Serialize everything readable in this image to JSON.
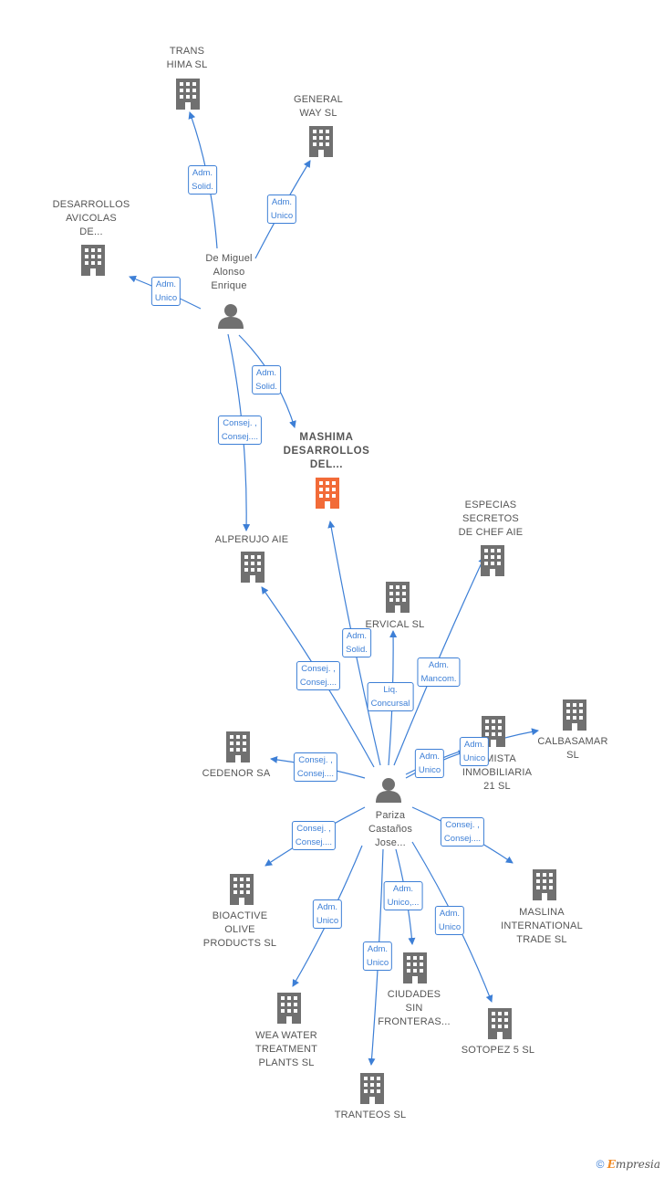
{
  "colors": {
    "edge": "#3d7fd6",
    "company_icon": "#707070",
    "main_company_icon": "#f26b38",
    "person_icon": "#707070",
    "label_text": "#555555"
  },
  "nodes": {
    "trans_hima": "TRANS\nHIMA SL",
    "general_way": "GENERAL\nWAY  SL",
    "desarrollos_avicolas": "DESARROLLOS\nAVICOLAS\nDE...",
    "de_miguel": "De Miguel\nAlonso\nEnrique",
    "mashima": "MASHIMA\nDESARROLLOS\nDEL...",
    "especias": "ESPECIAS\nSECRETOS\nDE CHEF AIE",
    "alperujo": "ALPERUJO AIE",
    "ervical": "ERVICAL SL",
    "calbasamar": "CALBASAMAR\nSL",
    "cedenor": "CEDENOR SA",
    "rmista": "RMISTA\nINMOBILIARIA\n21  SL",
    "pariza": "Pariza\nCastaños\nJose...",
    "bioactive": "BIOACTIVE\nOLIVE\nPRODUCTS  SL",
    "maslina": "MASLINA\nINTERNATIONAL\nTRADE  SL",
    "ciudades": "CIUDADES\nSIN\nFRONTERAS...",
    "wea_water": "WEA WATER\nTREATMENT\nPLANTS  SL",
    "sotopez": "SOTOPEZ 5 SL",
    "tranteos": "TRANTEOS  SL"
  },
  "edge_labels": {
    "dm_trans": "Adm.\nSolid.",
    "dm_general": "Adm.\nUnico",
    "dm_avicolas": "Adm.\nUnico",
    "dm_mashima": "Adm.\nSolid.",
    "dm_alperujo": "Consej. ,\nConsej....",
    "pj_mashima": "Adm.\nSolid.",
    "pj_alperujo": "Consej. ,\nConsej....",
    "pj_especias": "Adm.\nMancom.",
    "pj_ervical": "Liq.\nConcursal",
    "pj_calbasamar": "Adm.\nUnico",
    "pj_rmista": "Adm.\nUnico",
    "pj_cedenor": "Consej. ,\nConsej....",
    "pj_bioactive": "Consej. ,\nConsej....",
    "pj_maslina": "Consej. ,\nConsej....",
    "pj_ciudades": "Adm.\nUnico,...",
    "pj_wea": "Adm.\nUnico",
    "pj_sotopez": "Adm.\nUnico",
    "pj_tranteos": "Adm.\nUnico"
  },
  "footer": {
    "copyright_symbol": "©",
    "brand_initial": "E",
    "brand_rest": "mpresia"
  }
}
